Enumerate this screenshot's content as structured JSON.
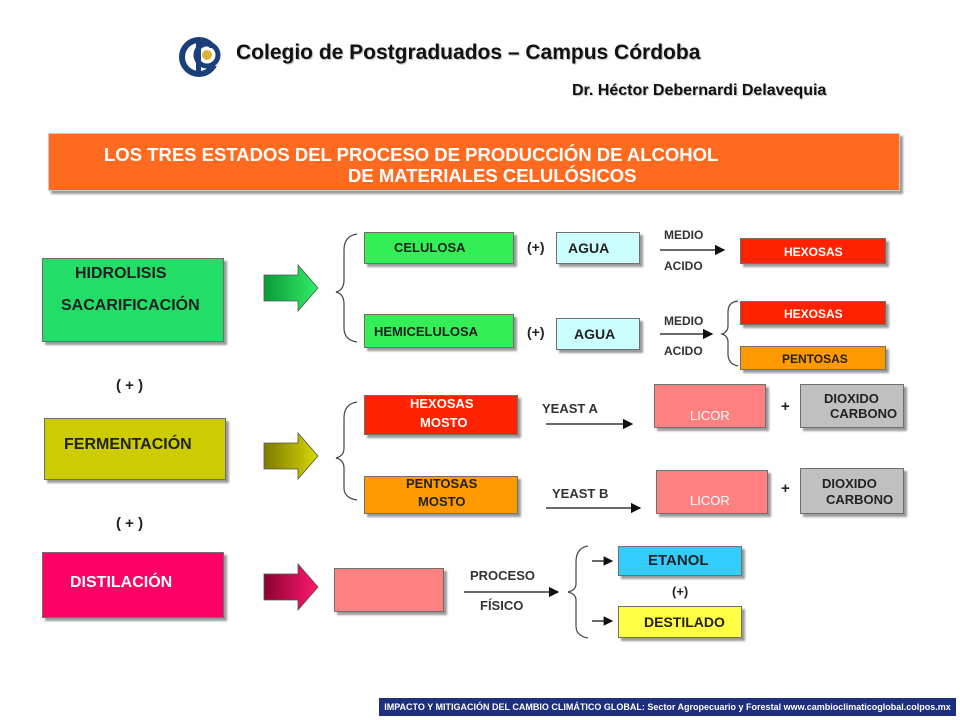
{
  "header": {
    "logo_text": "CP",
    "title": "Colegio de Postgraduados – Campus Córdoba",
    "author": "Dr. Héctor Debernardi Delavequia"
  },
  "banner": {
    "line1": "LOS TRES ESTADOS DEL  PROCESO DE PRODUCCIÓN DE ALCOHOL",
    "line2": "DE MATERIALES CELULÓSICOS"
  },
  "stages": {
    "hidrolisis": {
      "line1": "HIDROLISIS",
      "line2": "SACARIFICACIÓN",
      "color": "#22dd66"
    },
    "fermentacion": {
      "label": "FERMENTACIÓN",
      "color": "#cccc00"
    },
    "destilacion": {
      "label": "DISTILACIÓN",
      "color": "#ff0066"
    }
  },
  "connectors": {
    "plus1": "( + )",
    "plus2": "( + )"
  },
  "hydrolysis": {
    "celulosa": "CELULOSA",
    "hemicelulosa": "HEMICELULOSA",
    "plus_a": "(+)",
    "plus_b": "(+)",
    "agua_a": "AGUA",
    "agua_b": "AGUA",
    "medio_a": "MEDIO",
    "acido_a": "ACIDO",
    "medio_b": "MEDIO",
    "acido_b": "ACIDO",
    "hexosas_a": "HEXOSAS",
    "hexosas_b": "HEXOSAS",
    "pentosas": "PENTOSAS"
  },
  "fermentation": {
    "hexosas_line1": "HEXOSAS",
    "hexosas_line2": "MOSTO",
    "pentosas_line1": "PENTOSAS",
    "pentosas_line2": "MOSTO",
    "yeast_a": "YEAST A",
    "yeast_b": "YEAST B",
    "licor_a": "LICOR",
    "licor_b": "LICOR",
    "plus_a": "+",
    "plus_b": "+",
    "dioxido_a_line1": "DIOXIDO",
    "dioxido_a_line2": "CARBONO",
    "dioxido_b_line1": "DIOXIDO",
    "dioxido_b_line2": "CARBONO"
  },
  "distillation": {
    "proceso": "PROCESO",
    "fisico": "FÍSICO",
    "etanol": "ETANOL",
    "plus": "(+)",
    "destilado": "DESTILADO"
  },
  "footer": {
    "text": "IMPACTO Y MITIGACIÓN DEL CAMBIO CLIMÁTICO GLOBAL: Sector Agropecuario y Forestal www.cambioclimaticoglobal.colpos.mx"
  },
  "colors": {
    "banner": "#ff6a21",
    "green_box": "#33ee55",
    "agua_box": "#ccffff",
    "red_box": "#ff2200",
    "orange_box": "#ff9900",
    "licor_box": "#ff8080",
    "gray_box": "#c0c0c0",
    "etanol_box": "#33ccff",
    "destilado_box": "#ffff44",
    "footer": "#1f2f7f"
  }
}
